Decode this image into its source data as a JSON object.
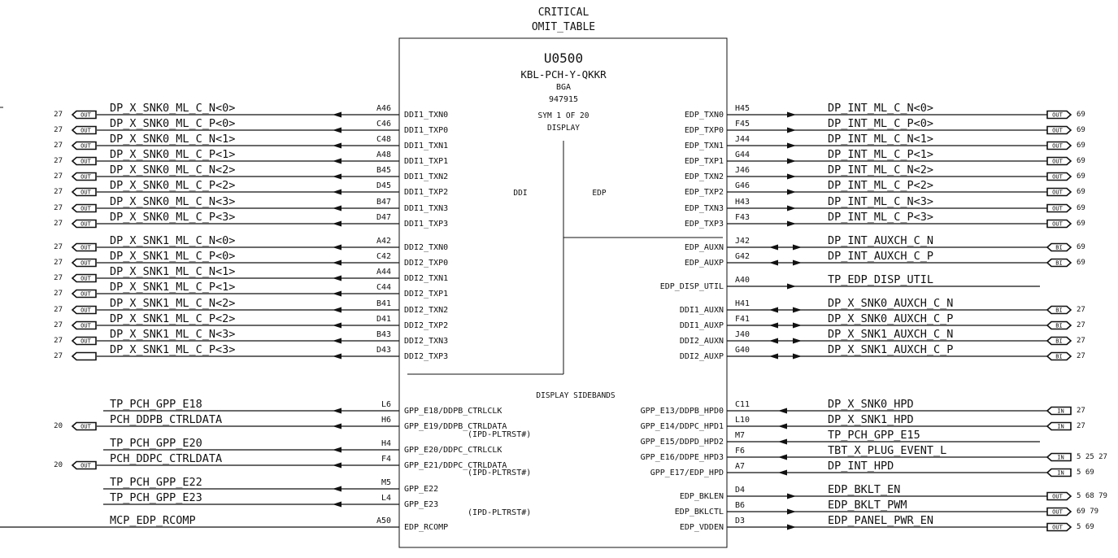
{
  "header": {
    "line1": "CRITICAL",
    "line2": "OMIT_TABLE"
  },
  "part": {
    "refdes": "U0500",
    "name": "KBL-PCH-Y-QKKR",
    "package": "BGA",
    "number": "947915",
    "sym": "SYM 1 OF 20",
    "function": "DISPLAY",
    "group_ddi": "DDI",
    "group_edp": "EDP",
    "sidebands": "DISPLAY SIDEBANDS"
  },
  "left_pins": [
    {
      "pin": "DDI1_TXN0",
      "num": "A46",
      "net": "DP_X_SNK0_ML_C_N<0>",
      "dir": "out",
      "tag": "OUT",
      "refs": "27"
    },
    {
      "pin": "DDI1_TXP0",
      "num": "C46",
      "net": "DP_X_SNK0_ML_C_P<0>",
      "dir": "out",
      "tag": "OUT",
      "refs": "27"
    },
    {
      "pin": "DDI1_TXN1",
      "num": "C48",
      "net": "DP_X_SNK0_ML_C_N<1>",
      "dir": "out",
      "tag": "OUT",
      "refs": "27"
    },
    {
      "pin": "DDI1_TXP1",
      "num": "A48",
      "net": "DP_X_SNK0_ML_C_P<1>",
      "dir": "out",
      "tag": "OUT",
      "refs": "27"
    },
    {
      "pin": "DDI1_TXN2",
      "num": "B45",
      "net": "DP_X_SNK0_ML_C_N<2>",
      "dir": "out",
      "tag": "OUT",
      "refs": "27"
    },
    {
      "pin": "DDI1_TXP2",
      "num": "D45",
      "net": "DP_X_SNK0_ML_C_P<2>",
      "dir": "out",
      "tag": "OUT",
      "refs": "27"
    },
    {
      "pin": "DDI1_TXN3",
      "num": "B47",
      "net": "DP_X_SNK0_ML_C_N<3>",
      "dir": "out",
      "tag": "OUT",
      "refs": "27"
    },
    {
      "pin": "DDI1_TXP3",
      "num": "D47",
      "net": "DP_X_SNK0_ML_C_P<3>",
      "dir": "out",
      "tag": "OUT",
      "refs": "27"
    },
    {
      "pin": "DDI2_TXN0",
      "num": "A42",
      "net": "DP_X_SNK1_ML_C_N<0>",
      "dir": "out",
      "tag": "OUT",
      "refs": "27"
    },
    {
      "pin": "DDI2_TXP0",
      "num": "C42",
      "net": "DP_X_SNK1_ML_C_P<0>",
      "dir": "out",
      "tag": "OUT",
      "refs": "27"
    },
    {
      "pin": "DDI2_TXN1",
      "num": "A44",
      "net": "DP_X_SNK1_ML_C_N<1>",
      "dir": "out",
      "tag": "OUT",
      "refs": "27"
    },
    {
      "pin": "DDI2_TXP1",
      "num": "C44",
      "net": "DP_X_SNK1_ML_C_P<1>",
      "dir": "out",
      "tag": "OUT",
      "refs": "27"
    },
    {
      "pin": "DDI2_TXN2",
      "num": "B41",
      "net": "DP_X_SNK1_ML_C_N<2>",
      "dir": "out",
      "tag": "OUT",
      "refs": "27"
    },
    {
      "pin": "DDI2_TXP2",
      "num": "D41",
      "net": "DP_X_SNK1_ML_C_P<2>",
      "dir": "out",
      "tag": "OUT",
      "refs": "27"
    },
    {
      "pin": "DDI2_TXN3",
      "num": "B43",
      "net": "DP_X_SNK1_ML_C_N<3>",
      "dir": "out",
      "tag": "OUT",
      "refs": "27"
    },
    {
      "pin": "DDI2_TXP3",
      "num": "D43",
      "net": "DP_X_SNK1_ML_C_P<3>",
      "dir": "out",
      "tag": "",
      "refs": "27"
    },
    {
      "pin": "GPP_E18/DDPB_CTRLCLK",
      "num": "L6",
      "net": "TP_PCH_GPP_E18",
      "dir": "out",
      "tag": null,
      "refs": ""
    },
    {
      "pin": "GPP_E19/DDPB_CTRLDATA",
      "num": "H6",
      "net": "PCH_DDPB_CTRLDATA",
      "dir": "out",
      "tag": "OUT",
      "refs": "20",
      "sub": "(IPD-PLTRST#)"
    },
    {
      "pin": "GPP_E20/DDPC_CTRLCLK",
      "num": "H4",
      "net": "TP_PCH_GPP_E20",
      "dir": "out",
      "tag": null,
      "refs": ""
    },
    {
      "pin": "GPP_E21/DDPC_CTRLDATA",
      "num": "F4",
      "net": "PCH_DDPC_CTRLDATA",
      "dir": "out",
      "tag": "OUT",
      "refs": "20",
      "sub": "(IPD-PLTRST#)"
    },
    {
      "pin": "GPP_E22",
      "num": "M5",
      "net": "TP_PCH_GPP_E22",
      "dir": "out",
      "tag": null,
      "refs": ""
    },
    {
      "pin": "GPP_E23",
      "num": "L4",
      "net": "TP_PCH_GPP_E23",
      "dir": "out",
      "tag": null,
      "refs": "",
      "sub": "(IPD-PLTRST#)"
    },
    {
      "pin": "EDP_RCOMP",
      "num": "A50",
      "net": "MCP_EDP_RCOMP",
      "dir": "none",
      "tag": null,
      "refs": ""
    }
  ],
  "right_pins": [
    {
      "pin": "EDP_TXN0",
      "num": "H45",
      "net": "DP_INT_ML_C_N<0>",
      "dir": "out",
      "tag": "OUT",
      "refs": "69"
    },
    {
      "pin": "EDP_TXP0",
      "num": "F45",
      "net": "DP_INT_ML_C_P<0>",
      "dir": "out",
      "tag": "OUT",
      "refs": "69"
    },
    {
      "pin": "EDP_TXN1",
      "num": "J44",
      "net": "DP_INT_ML_C_N<1>",
      "dir": "out",
      "tag": "OUT",
      "refs": "69"
    },
    {
      "pin": "EDP_TXP1",
      "num": "G44",
      "net": "DP_INT_ML_C_P<1>",
      "dir": "out",
      "tag": "OUT",
      "refs": "69"
    },
    {
      "pin": "EDP_TXN2",
      "num": "J46",
      "net": "DP_INT_ML_C_N<2>",
      "dir": "out",
      "tag": "OUT",
      "refs": "69"
    },
    {
      "pin": "EDP_TXP2",
      "num": "G46",
      "net": "DP_INT_ML_C_P<2>",
      "dir": "out",
      "tag": "OUT",
      "refs": "69"
    },
    {
      "pin": "EDP_TXN3",
      "num": "H43",
      "net": "DP_INT_ML_C_N<3>",
      "dir": "out",
      "tag": "OUT",
      "refs": "69"
    },
    {
      "pin": "EDP_TXP3",
      "num": "F43",
      "net": "DP_INT_ML_C_P<3>",
      "dir": "out",
      "tag": "OUT",
      "refs": "69"
    },
    {
      "pin": "EDP_AUXN",
      "num": "J42",
      "net": "DP_INT_AUXCH_C_N",
      "dir": "bi",
      "tag": "BI",
      "refs": "69"
    },
    {
      "pin": "EDP_AUXP",
      "num": "G42",
      "net": "DP_INT_AUXCH_C_P",
      "dir": "bi",
      "tag": "BI",
      "refs": "69"
    },
    {
      "pin": "EDP_DISP_UTIL",
      "num": "A40",
      "net": "TP_EDP_DISP_UTIL",
      "dir": "out",
      "tag": null,
      "refs": ""
    },
    {
      "pin": "DDI1_AUXN",
      "num": "H41",
      "net": "DP_X_SNK0_AUXCH_C_N",
      "dir": "bi",
      "tag": "BI",
      "refs": "27"
    },
    {
      "pin": "DDI1_AUXP",
      "num": "F41",
      "net": "DP_X_SNK0_AUXCH_C_P",
      "dir": "bi",
      "tag": "BI",
      "refs": "27"
    },
    {
      "pin": "DDI2_AUXN",
      "num": "J40",
      "net": "DP_X_SNK1_AUXCH_C_N",
      "dir": "bi",
      "tag": "BI",
      "refs": "27"
    },
    {
      "pin": "DDI2_AUXP",
      "num": "G40",
      "net": "DP_X_SNK1_AUXCH_C_P",
      "dir": "bi",
      "tag": "BI",
      "refs": "27"
    },
    {
      "pin": "GPP_E13/DDPB_HPD0",
      "num": "C11",
      "net": "DP_X_SNK0_HPD",
      "dir": "in",
      "tag": "IN",
      "refs": "27"
    },
    {
      "pin": "GPP_E14/DDPC_HPD1",
      "num": "L10",
      "net": "DP_X_SNK1_HPD",
      "dir": "in",
      "tag": "IN",
      "refs": "27"
    },
    {
      "pin": "GPP_E15/DDPD_HPD2",
      "num": "M7",
      "net": "TP_PCH_GPP_E15",
      "dir": "in",
      "tag": null,
      "refs": ""
    },
    {
      "pin": "GPP_E16/DDPE_HPD3",
      "num": "F6",
      "net": "TBT_X_PLUG_EVENT_L",
      "dir": "in",
      "tag": "IN",
      "refs": "5 25 27"
    },
    {
      "pin": "GPP_E17/EDP_HPD",
      "num": "A7",
      "net": "DP_INT_HPD",
      "dir": "in",
      "tag": "IN",
      "refs": "5 69"
    },
    {
      "pin": "EDP_BKLEN",
      "num": "D4",
      "net": "EDP_BKLT_EN",
      "dir": "out",
      "tag": "OUT",
      "refs": "5 68 79"
    },
    {
      "pin": "EDP_BKLCTL",
      "num": "B6",
      "net": "EDP_BKLT_PWM",
      "dir": "out",
      "tag": "OUT",
      "refs": "69 79"
    },
    {
      "pin": "EDP_VDDEN",
      "num": "D3",
      "net": "EDP_PANEL_PWR_EN",
      "dir": "out",
      "tag": "OUT",
      "refs": "5 69"
    }
  ]
}
